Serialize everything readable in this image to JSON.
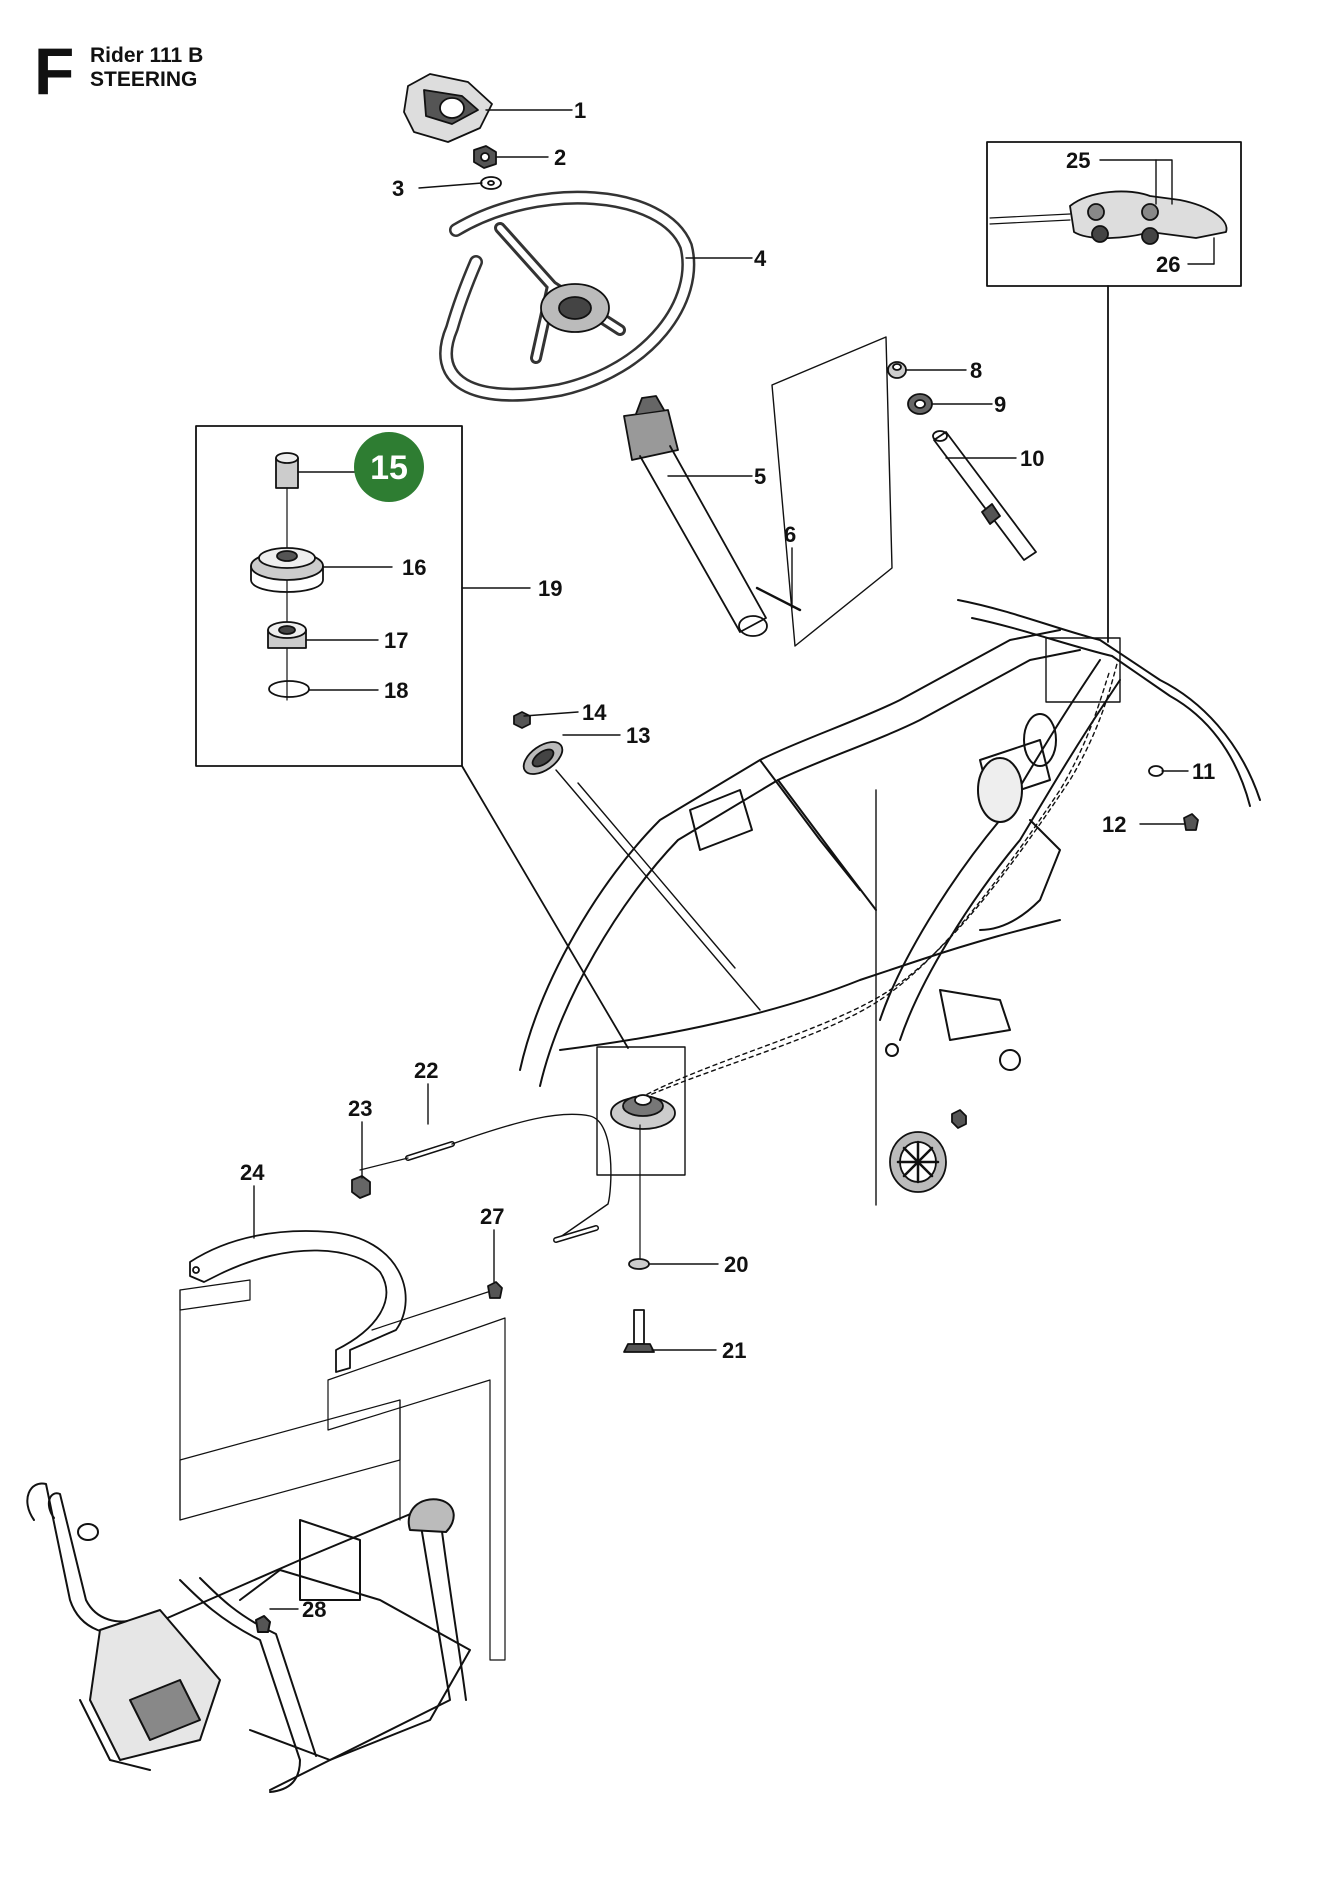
{
  "header": {
    "section_letter": "F",
    "model": "Rider 111 B",
    "section": "STEERING"
  },
  "highlight": {
    "part": "15",
    "color": "#2e7d32"
  },
  "callouts": {
    "p1": "1",
    "p2": "2",
    "p3": "3",
    "p4": "4",
    "p5": "5",
    "p6": "6",
    "p8": "8",
    "p9": "9",
    "p10": "10",
    "p11": "11",
    "p12": "12",
    "p13": "13",
    "p14": "14",
    "p16": "16",
    "p17": "17",
    "p18": "18",
    "p19": "19",
    "p20": "20",
    "p21": "21",
    "p22": "22",
    "p23": "23",
    "p24": "24",
    "p25": "25",
    "p26": "26",
    "p27": "27",
    "p28": "28"
  }
}
